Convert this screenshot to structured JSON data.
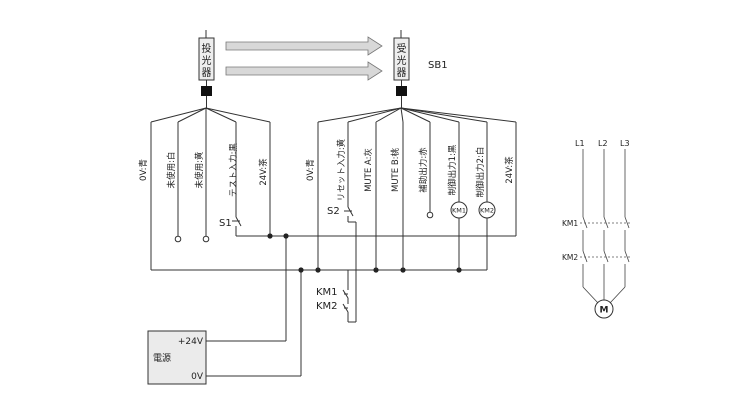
{
  "emitter": {
    "label_lines": [
      "投",
      "光",
      "器"
    ]
  },
  "receiver": {
    "label_lines": [
      "受",
      "光",
      "器"
    ],
    "tag": "SB1"
  },
  "emitter_wires": [
    "0V:青",
    "未使用:白",
    "未使用:黄",
    "テスト入力:黒",
    "24V:茶"
  ],
  "receiver_wires": [
    "0V:青",
    "リセット入力:黄",
    "MUTE A:灰",
    "MUTE B:桃",
    "補助出力:赤",
    "制御出力1:黒",
    "制御出力2:白",
    "24V:茶"
  ],
  "switches": {
    "s1": "S1",
    "s2": "S2"
  },
  "relays": {
    "km1_coil": "KM1",
    "km2_coil": "KM2",
    "km1_contact": "KM1",
    "km2_contact": "KM2"
  },
  "power_supply": {
    "label": "電源",
    "plus": "+24V",
    "minus": "0V"
  },
  "motor_circuit": {
    "phases": [
      "L1",
      "L2",
      "L3"
    ],
    "km1": "KM1",
    "km2": "KM2",
    "motor": "M"
  }
}
